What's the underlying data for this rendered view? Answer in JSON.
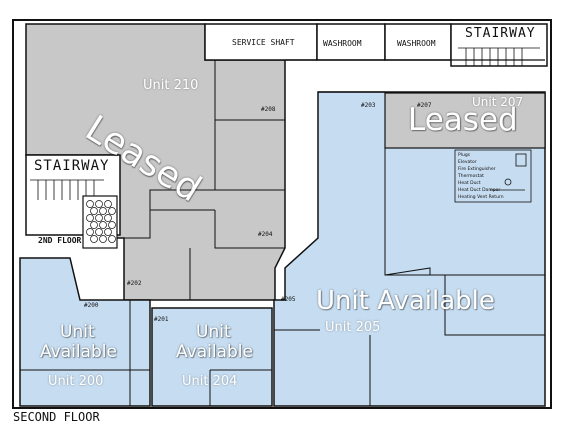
{
  "floor_label": "SECOND FLOOR",
  "colors": {
    "leased": "#c8c8c8",
    "available": "#c6dcf0",
    "wall": "#111111"
  },
  "rooms": {
    "service_shaft": "SERVICE SHAFT",
    "washroom_1": "WASHROOM",
    "washroom_2": "WASHROOM",
    "stairway_top": "STAIRWAY",
    "stairway_left": "STAIRWAY",
    "second_floor_tag": "2ND FLOOR"
  },
  "status": {
    "leased": "Leased",
    "available": "Unit Available",
    "unit": "Unit",
    "available_word": "Available"
  },
  "units": {
    "u210": "Unit 210",
    "u207": "Unit 207",
    "u205": "Unit 205",
    "u200": "Unit 200",
    "u204": "Unit 204"
  },
  "room_numbers": {
    "r208": "#208",
    "r203": "#203",
    "r207": "#207",
    "r204": "#204",
    "r202": "#202",
    "r200": "#200",
    "r201": "#201",
    "r205": "#205"
  },
  "legend": {
    "items": [
      "Plugs",
      "Elevator",
      "Fire Extinguisher",
      "Thermostat",
      "Heat Duct",
      "Heat Duct Damper",
      "Heating Vent Return"
    ]
  }
}
